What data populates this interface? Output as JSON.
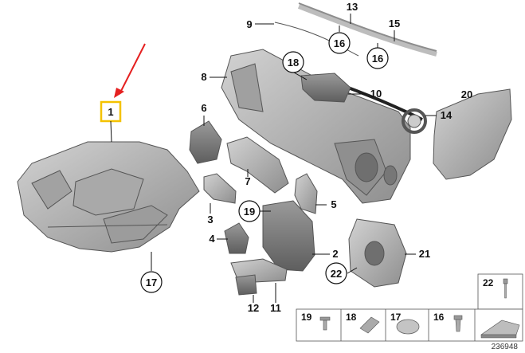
{
  "diagram": {
    "callouts": {
      "c1": "1",
      "c2": "2",
      "c3": "3",
      "c4": "4",
      "c5": "5",
      "c6": "6",
      "c7": "7",
      "c8": "8",
      "c9": "9",
      "c10": "10",
      "c11": "11",
      "c12": "12",
      "c13": "13",
      "c14": "14",
      "c15": "15",
      "c16a": "16",
      "c16b": "16",
      "c17": "17",
      "c18": "18",
      "c19": "19",
      "c20": "20",
      "c21": "21",
      "c22": "22"
    },
    "highlight": {
      "part": "1",
      "box_color": "#f4c200",
      "arrow_color": "#e52020"
    },
    "legend": {
      "items": [
        "19",
        "18",
        "17",
        "16"
      ],
      "side_item": "22"
    },
    "doc_number": "236948",
    "colors": {
      "part_fill": "#b8b8b8",
      "part_dark": "#8f8f8f",
      "part_light": "#d4d4d4"
    }
  }
}
